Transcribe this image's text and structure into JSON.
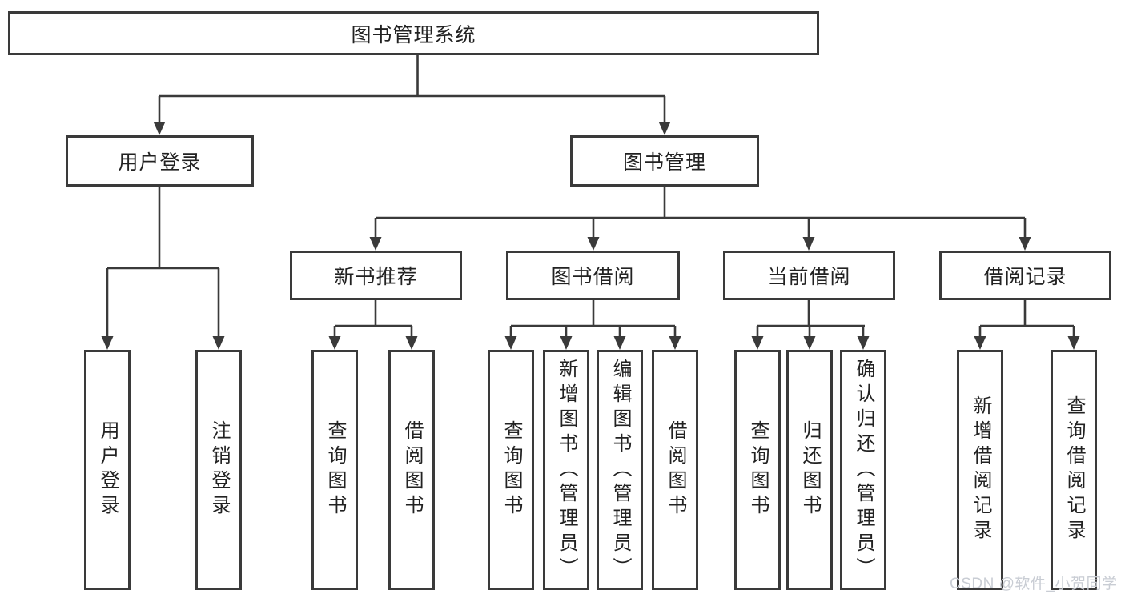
{
  "diagram": {
    "root": {
      "label": "图书管理系统"
    },
    "branches": [
      {
        "label": "用户登录"
      },
      {
        "label": "图书管理"
      }
    ],
    "sections": [
      {
        "label": "新书推荐"
      },
      {
        "label": "图书借阅"
      },
      {
        "label": "当前借阅"
      },
      {
        "label": "借阅记录"
      }
    ],
    "leaves": {
      "login": [
        {
          "label": "用户登录"
        },
        {
          "label": "注销登录"
        }
      ],
      "new_books": [
        {
          "label": "查询图书"
        },
        {
          "label": "借阅图书"
        }
      ],
      "book_borrow": [
        {
          "label": "查询图书"
        },
        {
          "label": "新增图书（管理员）"
        },
        {
          "label": "编辑图书（管理员）"
        },
        {
          "label": "借阅图书"
        }
      ],
      "current_borrow": [
        {
          "label": "查询图书"
        },
        {
          "label": "归还图书"
        },
        {
          "label": "确认归还（管理员）"
        }
      ],
      "borrow_records": [
        {
          "label": "新增借阅记录"
        },
        {
          "label": "查询借阅记录"
        }
      ]
    }
  },
  "watermark": {
    "text": "CSDN @软件_小贺同学"
  },
  "colors": {
    "line": "#3a3a3a",
    "text": "#222222",
    "background": "#ffffff",
    "watermark": "#c9cdd4"
  }
}
